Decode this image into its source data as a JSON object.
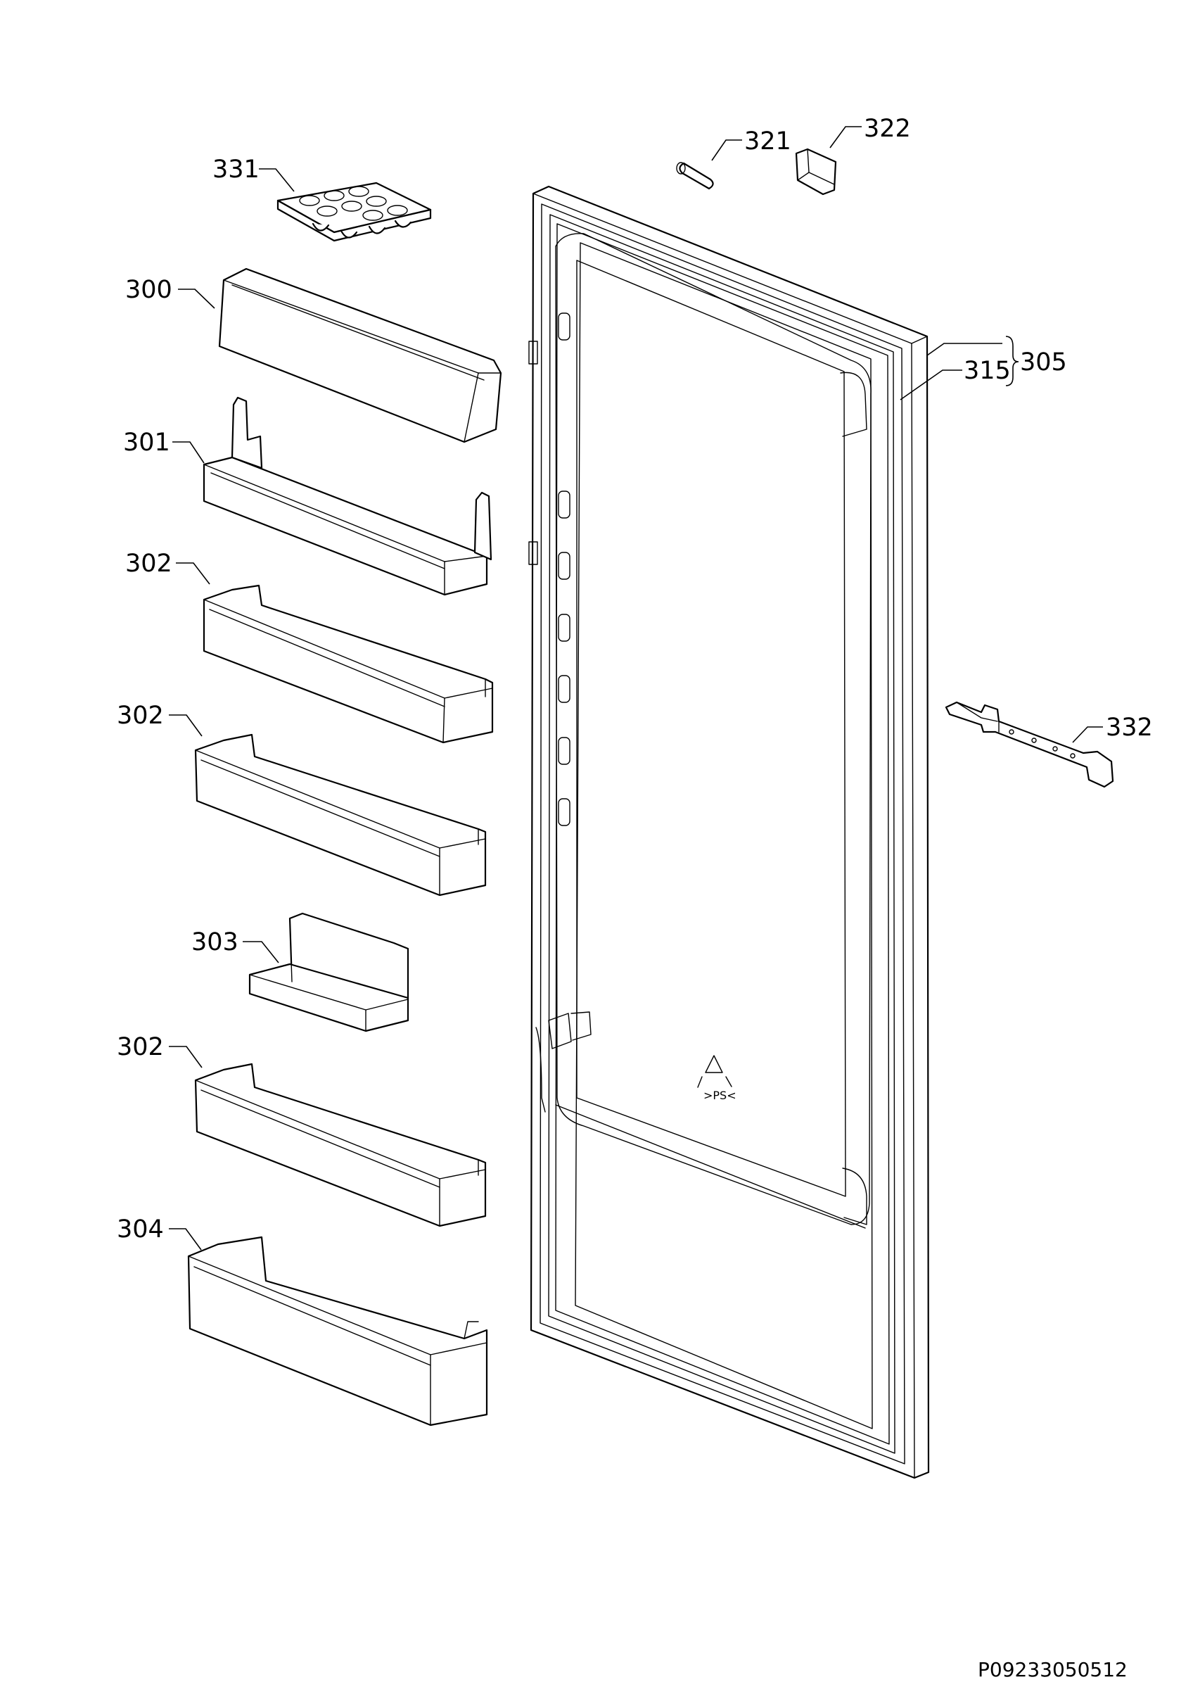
{
  "diagram": {
    "document_number": "P09233050512",
    "callouts": {
      "c300": "300",
      "c301": "301",
      "c302a": "302",
      "c302b": "302",
      "c302c": "302",
      "c303": "303",
      "c304": "304",
      "c305": "305",
      "c315": "315",
      "c321": "321",
      "c322": "322",
      "c331": "331",
      "c332": "332"
    }
  }
}
